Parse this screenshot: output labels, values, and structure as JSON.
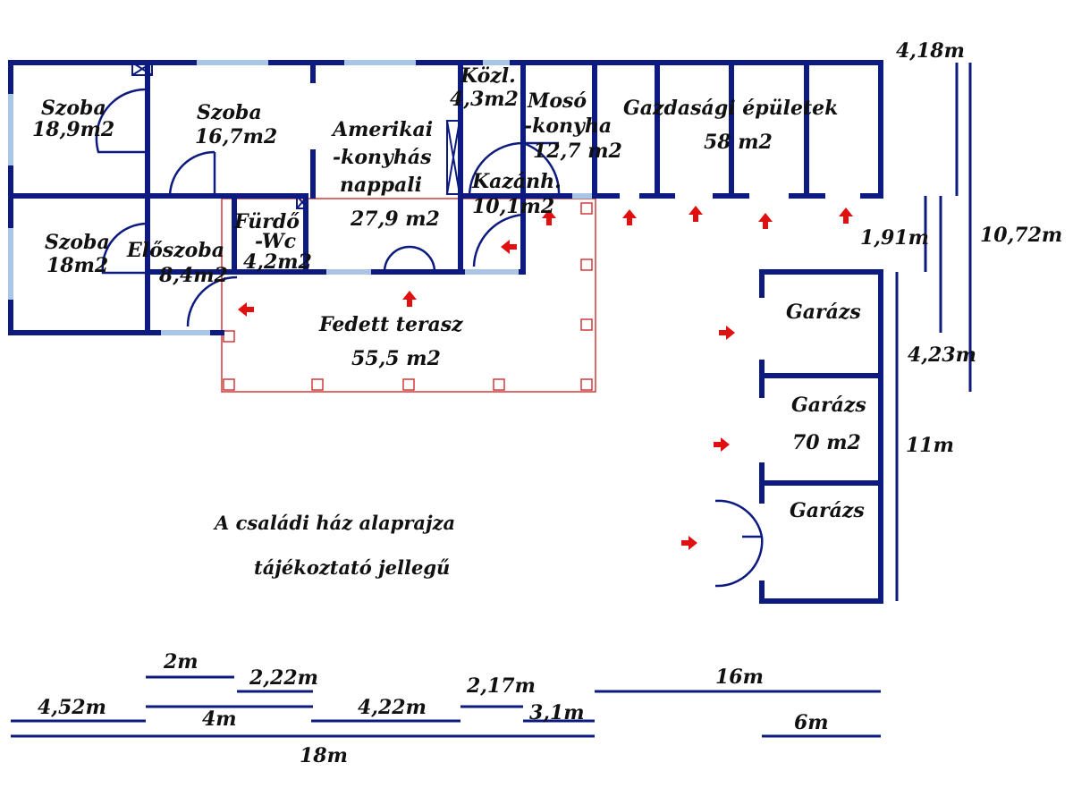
{
  "colors": {
    "wall": "#0d1a80",
    "window": "#a9c6e6",
    "terrace": "#d33a3a",
    "arrow": "#e01010",
    "text": "#111111"
  },
  "rooms": {
    "szoba1": {
      "name": "Szoba",
      "area": "18,9m2"
    },
    "szoba2": {
      "name": "Szoba",
      "area": "16,7m2"
    },
    "szoba3": {
      "name": "Szoba",
      "area": "18m2"
    },
    "eloszoba": {
      "name": "Előszoba",
      "area": "8,4m2"
    },
    "furdo": {
      "name1": "Fürdő",
      "name2": "-Wc",
      "area": "4,2m2"
    },
    "nappali": {
      "name1": "Amerikai",
      "name2": "-konyhás",
      "name3": "nappali",
      "area": "27,9 m2"
    },
    "kozl": {
      "name": "Közl.",
      "area": "4,3m2"
    },
    "moso": {
      "name1": "Mosó",
      "name2": "-konyha",
      "area": "12,7 m2"
    },
    "kazan": {
      "name": "Kazánh.",
      "area": "10,1m2"
    },
    "gazdasagi": {
      "name": "Gazdasági épületek",
      "area": "58 m2"
    },
    "terasz": {
      "name": "Fedett terasz",
      "area": "55,5 m2"
    },
    "garazs1": {
      "name": "Garázs"
    },
    "garazs2": {
      "name": "Garázs",
      "area": "70 m2"
    },
    "garazs3": {
      "name": "Garázs"
    }
  },
  "caption": {
    "line1": "A családi ház alaprajza",
    "line2": "tájékoztató jellegű"
  },
  "dimensions": {
    "d418": "4,18m",
    "d191": "1,91m",
    "d1072": "10,72m",
    "d423": "4,23m",
    "d11": "11m",
    "d2": "2m",
    "d222": "2,22m",
    "d452": "4,52m",
    "d4": "4m",
    "d422": "4,22m",
    "d217": "2,17m",
    "d31": "3,1m",
    "d16": "16m",
    "d6": "6m",
    "d18": "18m"
  }
}
